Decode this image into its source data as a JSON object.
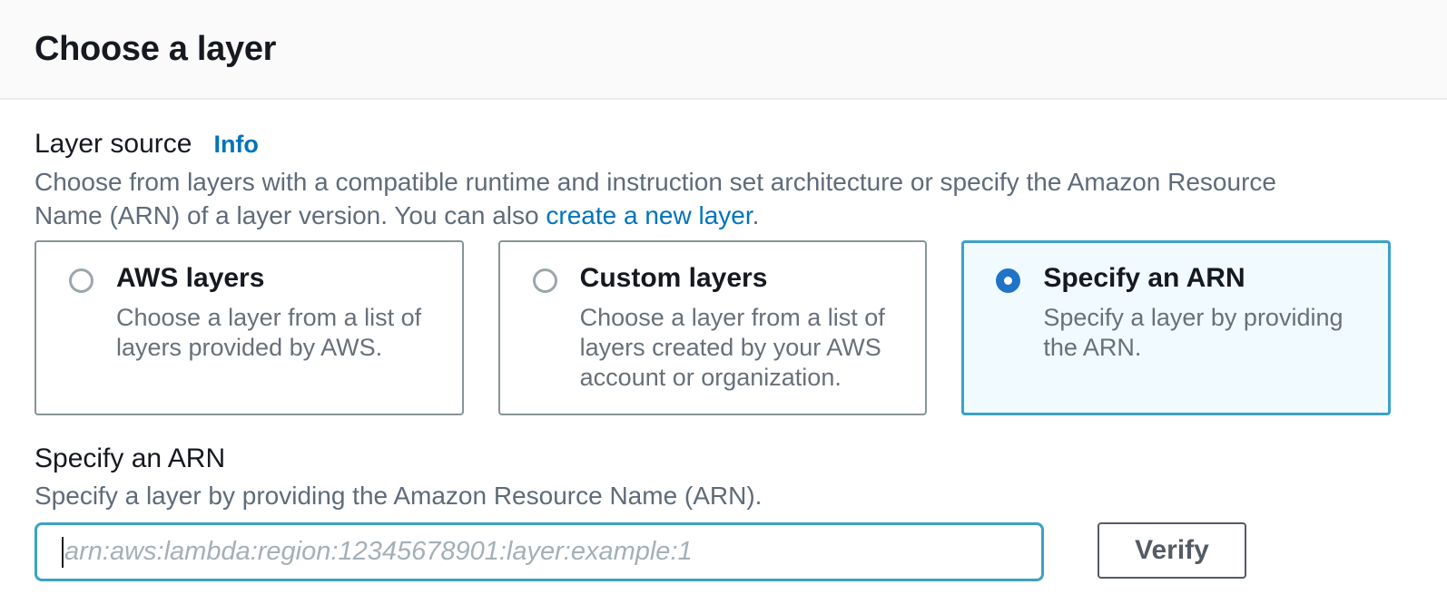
{
  "header": {
    "title": "Choose a layer"
  },
  "layer_source": {
    "label": "Layer source",
    "info_link": "Info",
    "description_intro": "Choose from layers with a compatible runtime and instruction set architecture or specify the Amazon Resource Name (ARN) of a layer version. You can also ",
    "create_link_text": "create a new layer",
    "description_suffix": ".",
    "options": [
      {
        "label": "AWS layers",
        "description": "Choose a layer from a list of layers provided by AWS.",
        "selected": false
      },
      {
        "label": "Custom layers",
        "description": "Choose a layer from a list of layers created by your AWS account or organization.",
        "selected": false
      },
      {
        "label": "Specify an ARN",
        "description": "Specify a layer by providing the ARN.",
        "selected": true
      }
    ]
  },
  "arn_section": {
    "title": "Specify an ARN",
    "description": "Specify a layer by providing the Amazon Resource Name (ARN).",
    "input_value": "",
    "input_placeholder": "arn:aws:lambda:region:12345678901:layer:example:1",
    "verify_label": "Verify"
  },
  "colors": {
    "accent_teal_border": "#3ba2c6",
    "selected_tile_bg": "#f1faff",
    "radio_checked_blue": "#2074c8",
    "link_blue": "#0073bb",
    "tile_border_gray": "#879596",
    "text_dark": "#16191f",
    "text_gray": "#5f6b7a",
    "header_bg": "#fafafa"
  }
}
